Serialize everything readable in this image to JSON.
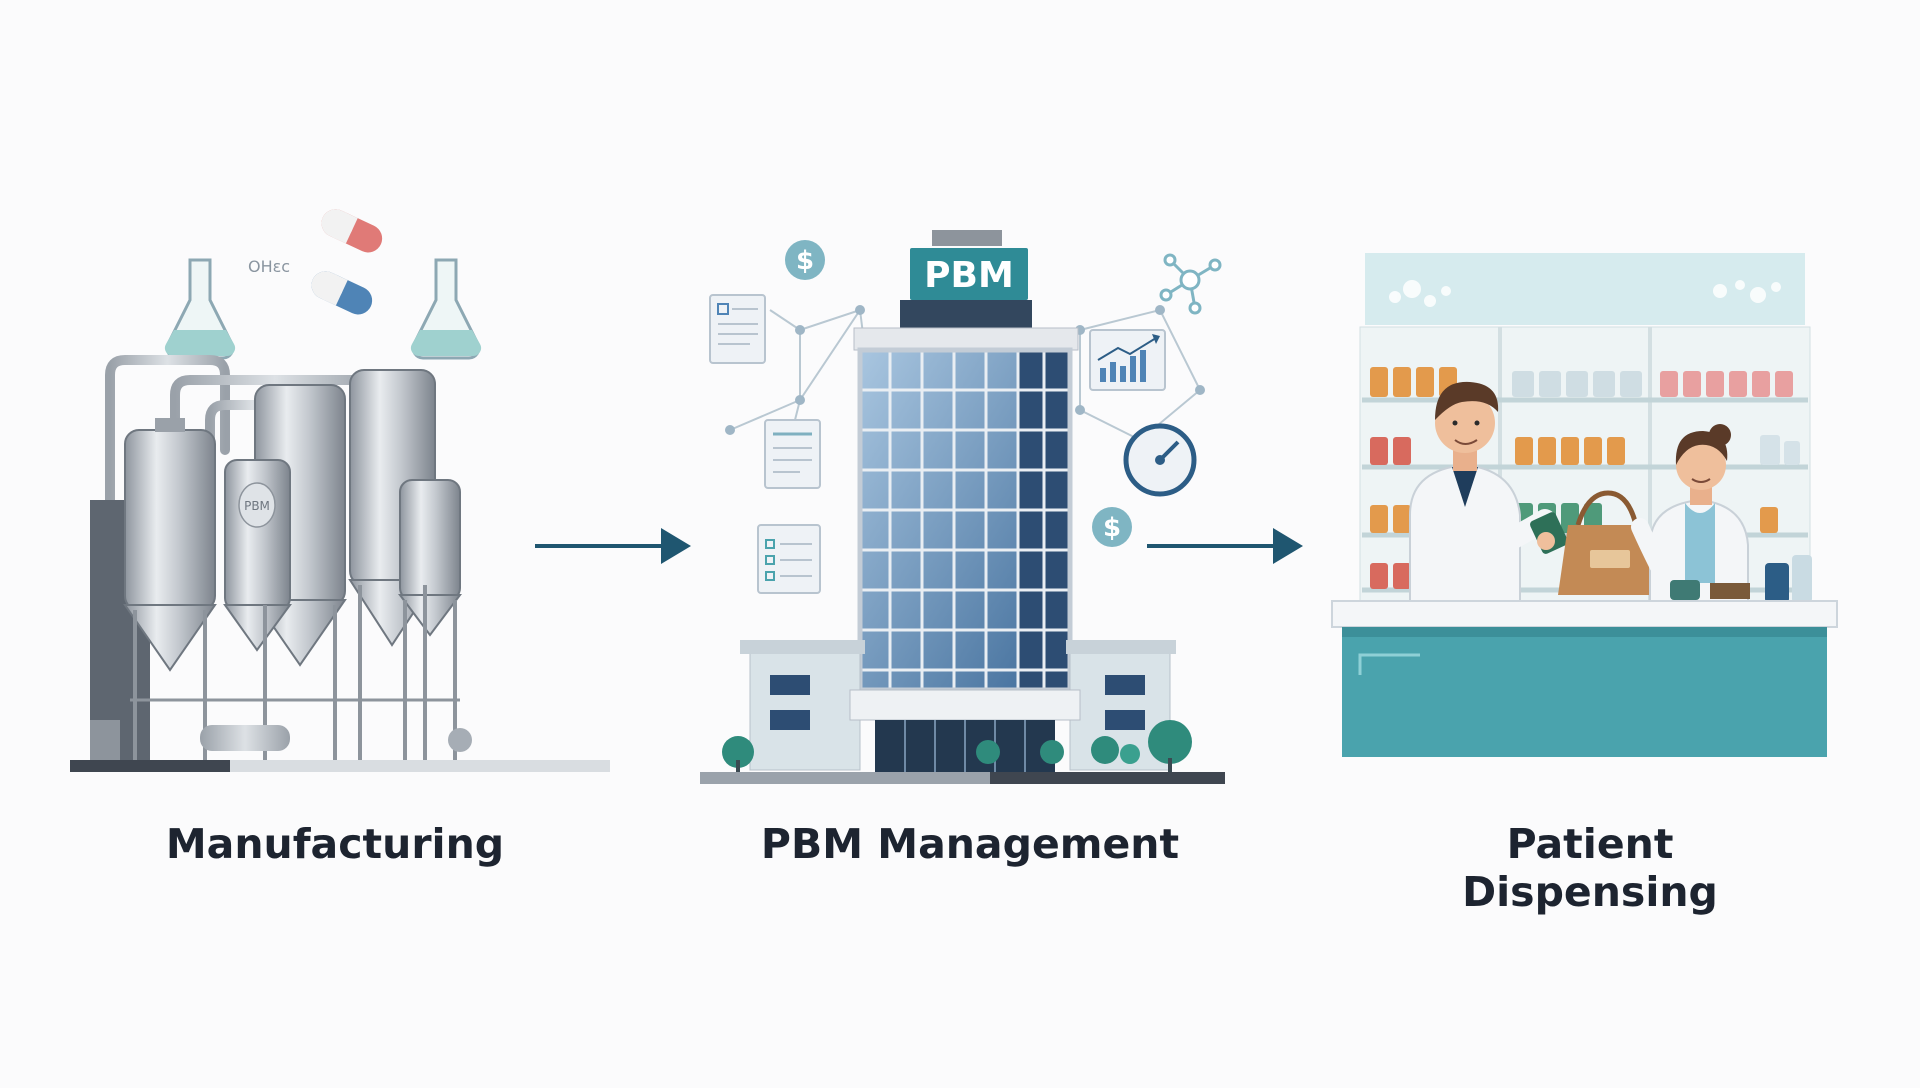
{
  "stages": [
    {
      "caption": "Manufacturing",
      "icon": "factory-tanks-icon",
      "tank_label": "PBM",
      "molecule_text": "OHεc"
    },
    {
      "caption": "PBM Management",
      "icon": "office-building-icon",
      "sign_text": "PBM",
      "currency_symbol": "$"
    },
    {
      "caption": "Patient Dispensing",
      "icon": "pharmacy-counter-icon"
    }
  ],
  "colors": {
    "arrow": "#1f5670",
    "text": "#1d2430",
    "teal": "#4aa3ad",
    "steel": "#b8bec6",
    "glass": "#5b86b3"
  }
}
